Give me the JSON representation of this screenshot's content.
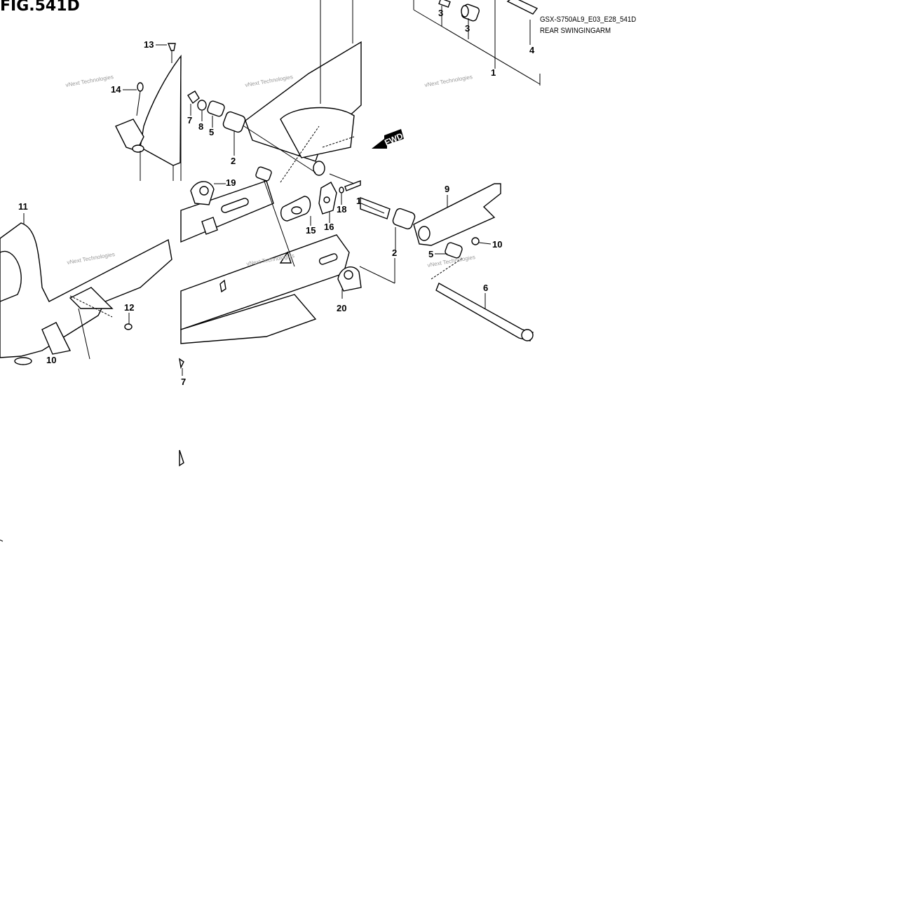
{
  "header": {
    "figure_title": "FIG.541D",
    "model_code": "GSX-S750AL9_E03_E28_541D",
    "caption": "REAR SWINGINGARM"
  },
  "watermark": "vNext Technologies",
  "fwd_label": "FWD",
  "callouts": [
    {
      "id": "c1",
      "text": "1"
    },
    {
      "id": "c1b",
      "text": "1"
    },
    {
      "id": "c2",
      "text": "2"
    },
    {
      "id": "c2b",
      "text": "2"
    },
    {
      "id": "c3",
      "text": "3"
    },
    {
      "id": "c3b",
      "text": "3"
    },
    {
      "id": "c4",
      "text": "4"
    },
    {
      "id": "c5",
      "text": "5"
    },
    {
      "id": "c5b",
      "text": "5"
    },
    {
      "id": "c6",
      "text": "6"
    },
    {
      "id": "c7",
      "text": "7"
    },
    {
      "id": "c7b",
      "text": "7"
    },
    {
      "id": "c8",
      "text": "8"
    },
    {
      "id": "c9",
      "text": "9"
    },
    {
      "id": "c10",
      "text": "10"
    },
    {
      "id": "c10b",
      "text": "10"
    },
    {
      "id": "c11",
      "text": "11"
    },
    {
      "id": "c12",
      "text": "12"
    },
    {
      "id": "c13",
      "text": "13"
    },
    {
      "id": "c14",
      "text": "14"
    },
    {
      "id": "c15",
      "text": "15"
    },
    {
      "id": "c16",
      "text": "16"
    },
    {
      "id": "c18",
      "text": "18"
    },
    {
      "id": "c19",
      "text": "19"
    },
    {
      "id": "c20",
      "text": "20"
    }
  ]
}
